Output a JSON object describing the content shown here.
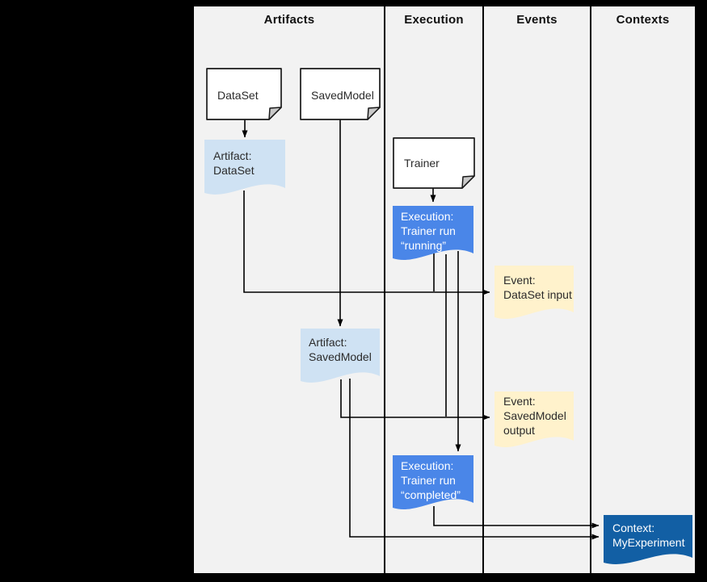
{
  "columns": [
    {
      "label": "Artifacts"
    },
    {
      "label": "Execution"
    },
    {
      "label": "Events"
    },
    {
      "label": "Contexts"
    }
  ],
  "nodes": {
    "dataset": {
      "label": "DataSet",
      "type": "declared artifact type"
    },
    "savedmodel": {
      "label": "SavedModel",
      "type": "declared artifact type"
    },
    "trainer": {
      "label": "Trainer",
      "type": "declared execution type"
    },
    "artifact_dataset": {
      "label": "Artifact:\nDataSet",
      "type": "artifact"
    },
    "execution_running": {
      "label": "Execution:\nTrainer run\n“running”",
      "type": "execution"
    },
    "event_dataset_input": {
      "label": "Event:\nDataSet input",
      "type": "event"
    },
    "artifact_savedmodel": {
      "label": "Artifact:\nSavedModel",
      "type": "artifact"
    },
    "event_savedmodel_output": {
      "label": "Event:\nSavedModel\noutput",
      "type": "event"
    },
    "execution_completed": {
      "label": "Execution:\nTrainer run\n“completed”",
      "type": "execution"
    },
    "context_myexperiment": {
      "label": "Context:\nMyExperiment",
      "type": "context"
    }
  },
  "colors": {
    "artifact": "#cfe2f3",
    "execution": "#4a86e8",
    "event": "#fff2cc",
    "context": "#125fa4",
    "document_fill": "#ffffff",
    "fold_fill": "#c9c9c9",
    "connector": "#000000",
    "canvas_bg": "#f2f2f2",
    "outer_bg": "#000000",
    "text_dark": "#2b2b2b",
    "text_light": "#ffffff"
  }
}
